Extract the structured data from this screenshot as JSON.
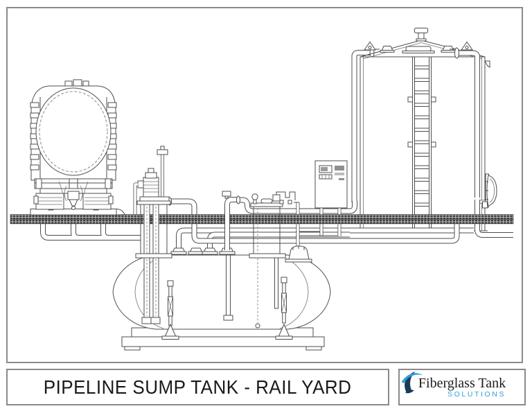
{
  "drawing": {
    "title": "PIPELINE SUMP TANK - RAIL YARD",
    "logo": {
      "name": "Fiberglass Tank",
      "subtitle": "SOLUTIONS"
    },
    "colors": {
      "line": "#4d4d4d",
      "frame_border": "#8a8a8a",
      "logo_navy": "#1c3a5e",
      "logo_blue": "#2f9fd8",
      "ballast_dark": "#2e2e2e",
      "ballast_light": "#bcbcbc"
    },
    "components": [
      {
        "id": "rail-tank-car",
        "name": "rail tank car end view"
      },
      {
        "id": "unloading-platform",
        "name": "track unloading platform"
      },
      {
        "id": "track-drains",
        "name": "track collection drains"
      },
      {
        "id": "ground-band",
        "name": "grade / ballast line"
      },
      {
        "id": "sump-tank",
        "name": "underground horizontal sump tank"
      },
      {
        "id": "deadman-anchor",
        "name": "concrete deadman with hold-down straps"
      },
      {
        "id": "pump-riser",
        "name": "pump riser with vertical pump and vent"
      },
      {
        "id": "gauge-riser",
        "name": "level gauge riser"
      },
      {
        "id": "sump-manway",
        "name": "sump manway dome"
      },
      {
        "id": "control-panel",
        "name": "pump control panel"
      },
      {
        "id": "transfer-piping",
        "name": "transfer piping runs"
      },
      {
        "id": "storage-tank",
        "name": "vertical fiberglass storage tank"
      },
      {
        "id": "tank-ladder",
        "name": "storage tank ladder"
      },
      {
        "id": "tank-vent",
        "name": "tank top vent"
      },
      {
        "id": "tank-manway",
        "name": "side manway"
      }
    ]
  }
}
